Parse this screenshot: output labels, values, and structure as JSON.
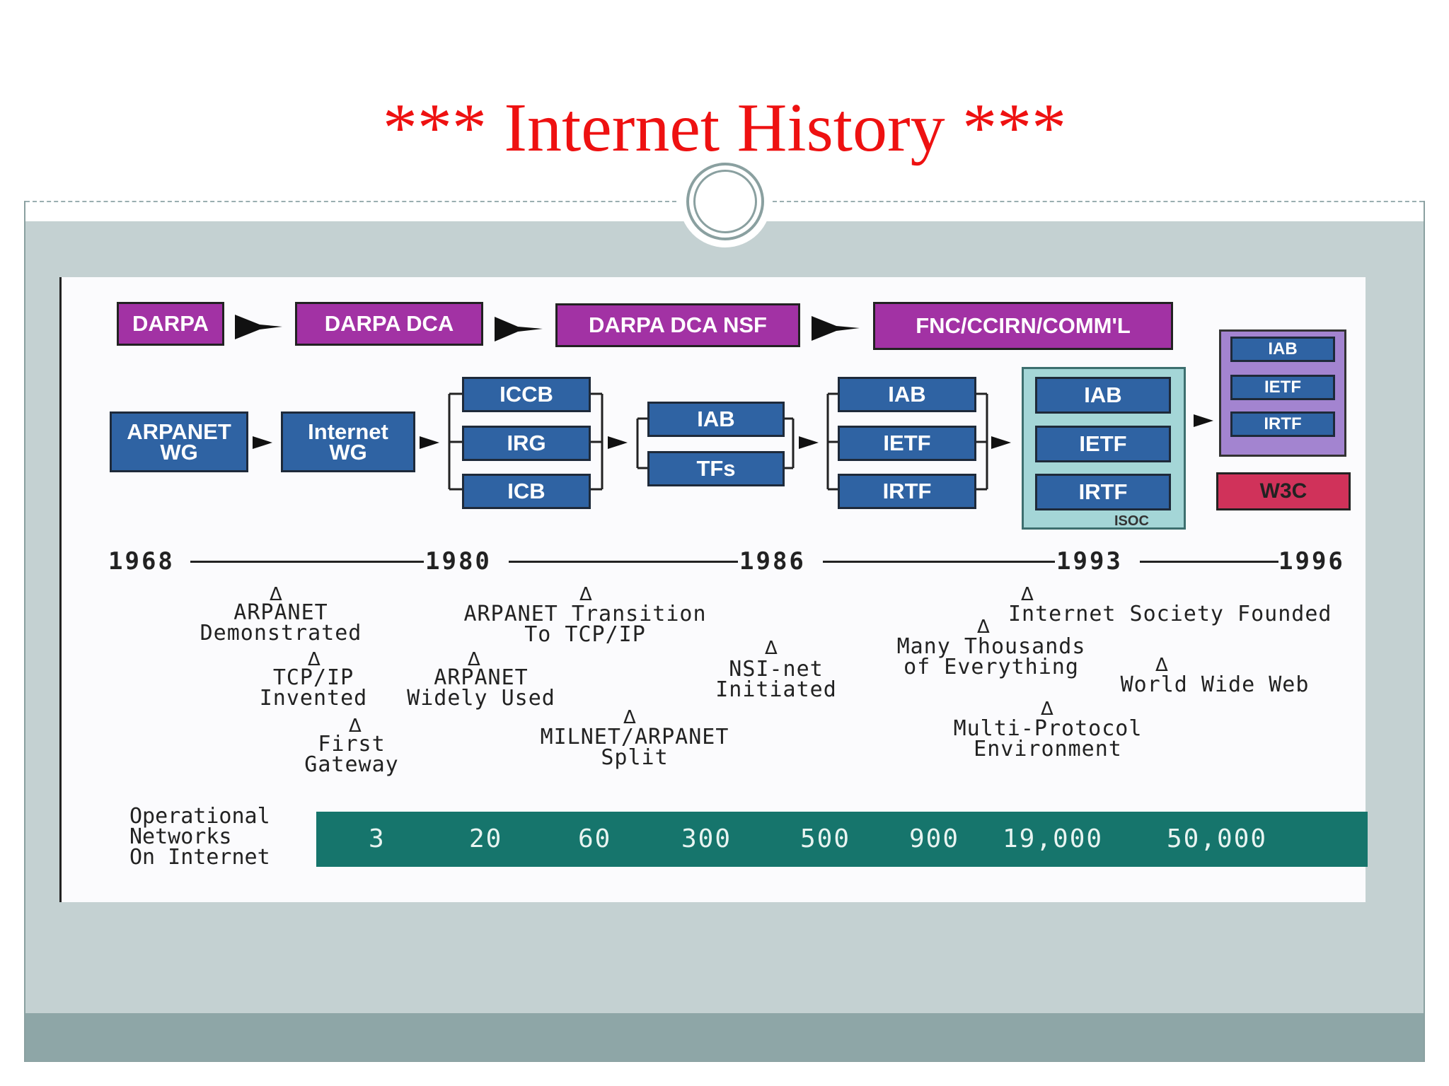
{
  "slide": {
    "title": "*** Internet History ***"
  },
  "diagram": {
    "agencies": [
      "DARPA",
      "DARPA DCA",
      "DARPA DCA NSF",
      "FNC/CCIRN/COMM'L"
    ],
    "groups": {
      "arpanet_wg": "ARPANET WG",
      "internet_wg": "Internet WG",
      "iccb": "ICCB",
      "irg": "IRG",
      "icb": "ICB",
      "iab_86": "IAB",
      "tfs": "TFs",
      "iab_90": "IAB",
      "ietf_90": "IETF",
      "irtf_90": "IRTF",
      "iab_93": "IAB",
      "ietf_93": "IETF",
      "irtf_93": "IRTF",
      "isoc": "ISOC",
      "iab_96": "IAB",
      "ietf_96": "IETF",
      "irtf_96": "IRTF",
      "w3c": "W3C"
    },
    "years": [
      "1968",
      "1980",
      "1986",
      "1993",
      "1996"
    ],
    "events": {
      "arpanet_demonstrated": "ARPANET\nDemonstrated",
      "tcpip_invented": "TCP/IP\nInvented",
      "first_gateway": "First\nGateway",
      "arpanet_transition": "ARPANET Transition\nTo TCP/IP",
      "arpanet_widely_used": "ARPANET\nWidely Used",
      "milnet_split": "MILNET/ARPANET\nSplit",
      "nsi_net": "NSI-net\nInitiated",
      "many_thousands": "Many Thousands\nof Everything",
      "internet_society": "Internet Society Founded",
      "multi_protocol": "Multi-Protocol\nEnvironment",
      "www": "World Wide Web"
    },
    "networks": {
      "label": "Operational\nNetworks\nOn Internet",
      "values": [
        "3",
        "20",
        "60",
        "300",
        "500",
        "900",
        "19,000",
        "50,000"
      ]
    },
    "colors": {
      "agency_purple": "#a232a4",
      "group_blue": "#2f63a3",
      "isoc_teal": "#a4d6d7",
      "web_violet": "#a384d0",
      "w3c_red": "#d0325a",
      "networks_band": "#16756c",
      "title_red": "#ee1111"
    }
  }
}
